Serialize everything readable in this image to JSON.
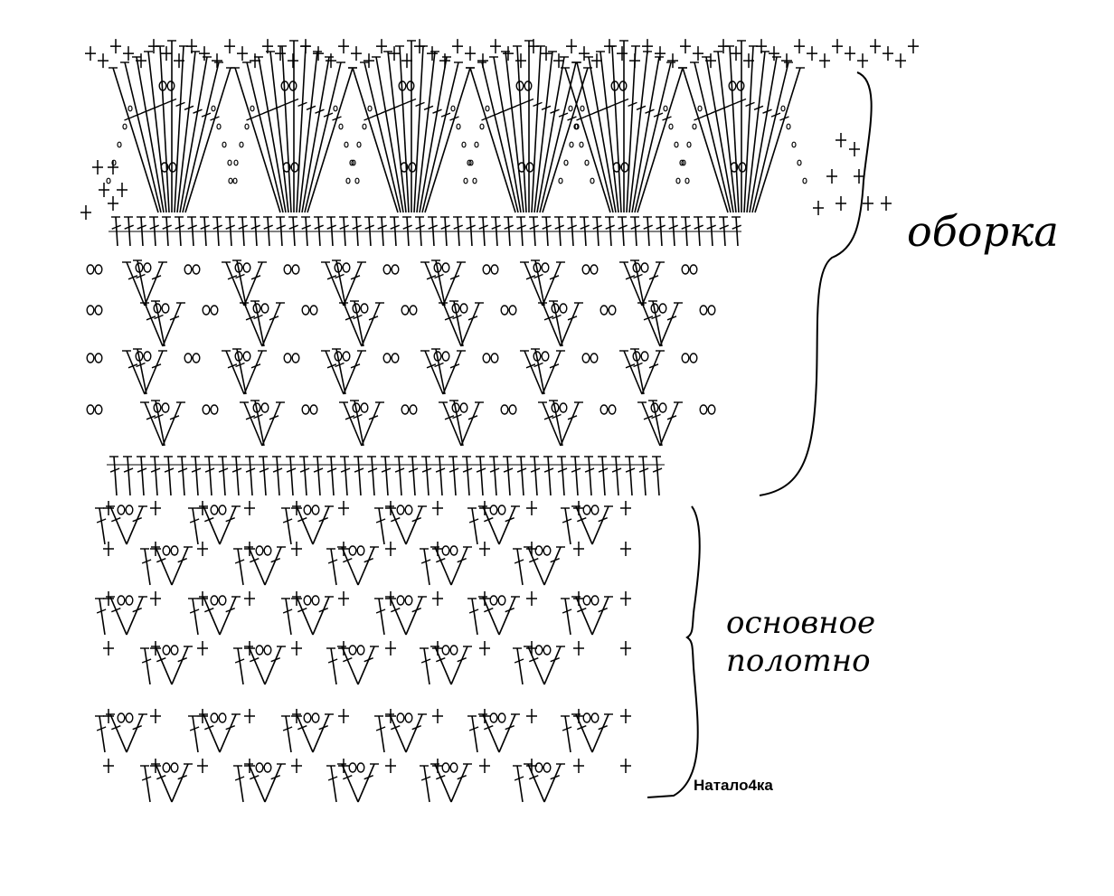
{
  "labels": {
    "ruffle": "оборка",
    "main_fabric_line1": "основное",
    "main_fabric_line2": "полотно",
    "signature": "Натало4ка"
  },
  "colors": {
    "ink": "#000000",
    "paper": "#ffffff"
  },
  "symbols": {
    "double_crochet": "tall-stitch-icon",
    "chain": "chain-loop-icon",
    "single_crochet": "cross-stitch-icon"
  }
}
